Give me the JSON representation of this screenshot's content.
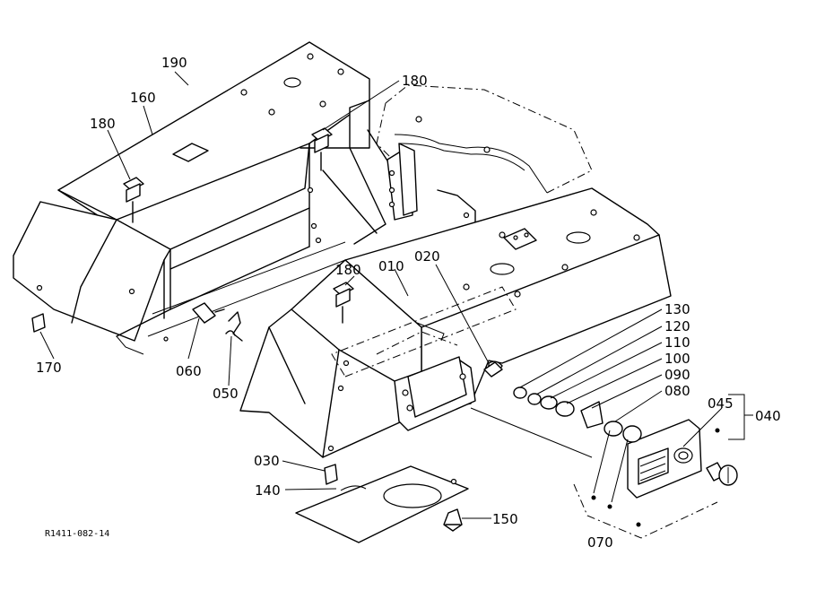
{
  "drawing_code": "R1411-082-14",
  "labels": {
    "p010": "010",
    "p020": "020",
    "p030": "030",
    "p040": "040",
    "p045": "045",
    "p050": "050",
    "p060": "060",
    "p070": "070",
    "p080": "080",
    "p090": "090",
    "p100": "100",
    "p110": "110",
    "p120": "120",
    "p130": "130",
    "p140": "140",
    "p150": "150",
    "p160": "160",
    "p170": "170",
    "p180a": "180",
    "p180b": "180",
    "p180c": "180",
    "p190": "190"
  }
}
